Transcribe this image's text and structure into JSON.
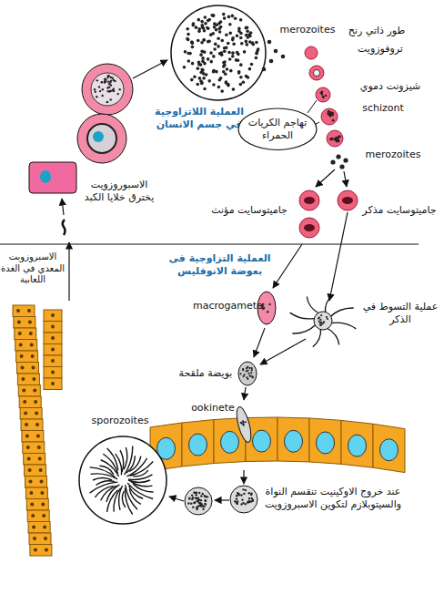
{
  "diagram": {
    "nodes": [
      {
        "text": [
          "تهاجم الكريات الحمراء"
        ]
      }
    ],
    "labels": [
      "merozoites",
      "طور ذاتي رنح",
      "تروفوزويت",
      "شيزونت دموي",
      "schizont",
      "العملية اللاتزاوجية في جسم الانسان",
      "merozoites",
      "جاميتوسايت مذكر",
      "جاميتوسايت مؤنث",
      "الاسبوروزويت يخترق خلايا الكبد",
      "العملية التزاوجية فى بعوضة الانوفليس",
      "الاسبروزويت المعدي في الغدة اللعابية",
      "macrogamete",
      "عملية التسوط في الذكر",
      "بويضة ملقحة",
      "ookinete",
      "sporozoites",
      "عند خروج الاوكينيت تنقسم النواة والسيتوبلازم لتكوين الاسبروزويت"
    ]
  }
}
